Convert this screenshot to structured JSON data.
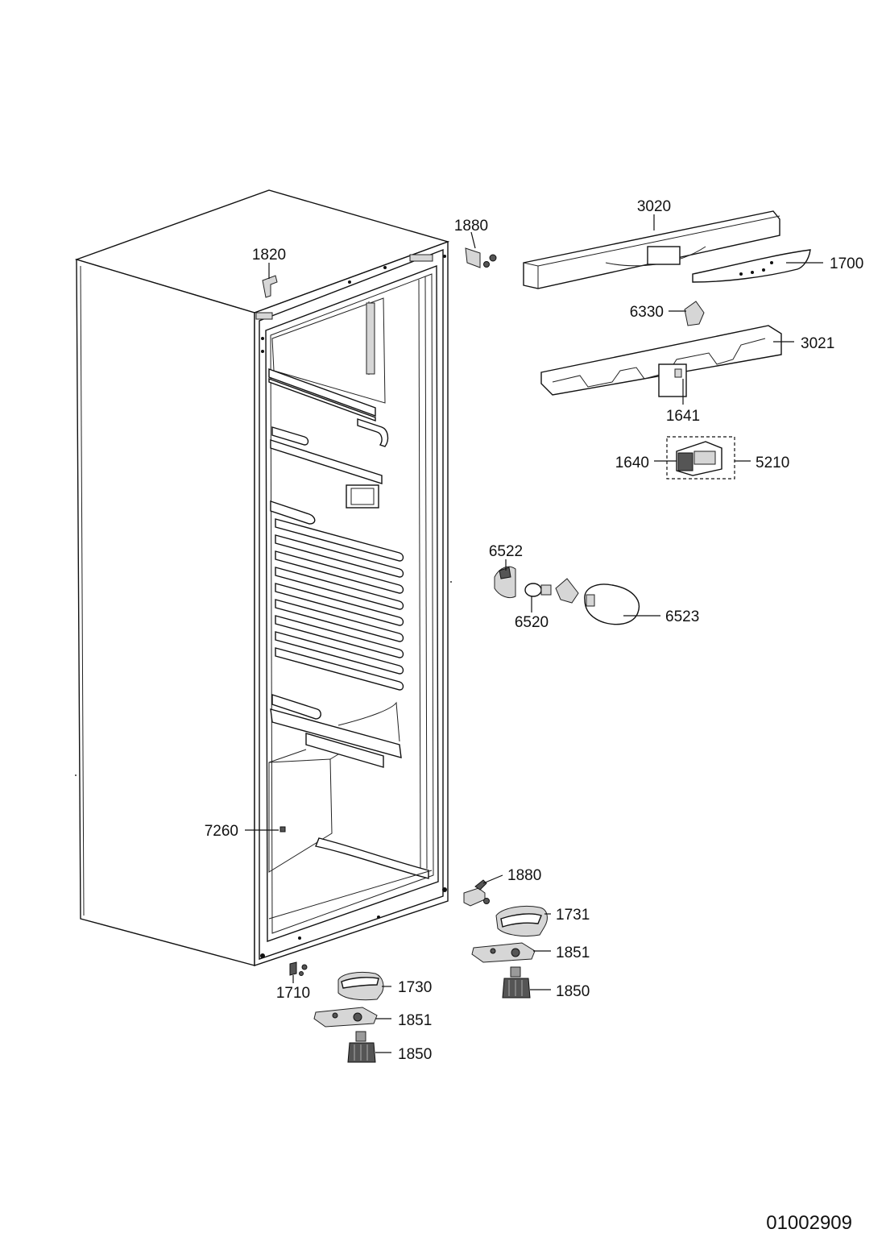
{
  "document_number": "01002909",
  "callouts": {
    "hinge_top": "1880",
    "top_bracket": "1820",
    "top_cover": "3020",
    "control_panel": "1700",
    "part_6330": "6330",
    "cover_base": "3021",
    "part_1641": "1641",
    "part_1640": "1640",
    "thermostat": "5210",
    "lamp_holder": "6522",
    "lamp_bulb": "6520",
    "lamp_cover": "6523",
    "part_7260": "7260",
    "hinge_bottom": "1880",
    "hinge_cover_right": "1731",
    "foot_plate_right": "1851",
    "foot_right": "1850",
    "part_1710": "1710",
    "hinge_cover_left": "1730",
    "foot_plate_left": "1851",
    "foot_left": "1850"
  }
}
